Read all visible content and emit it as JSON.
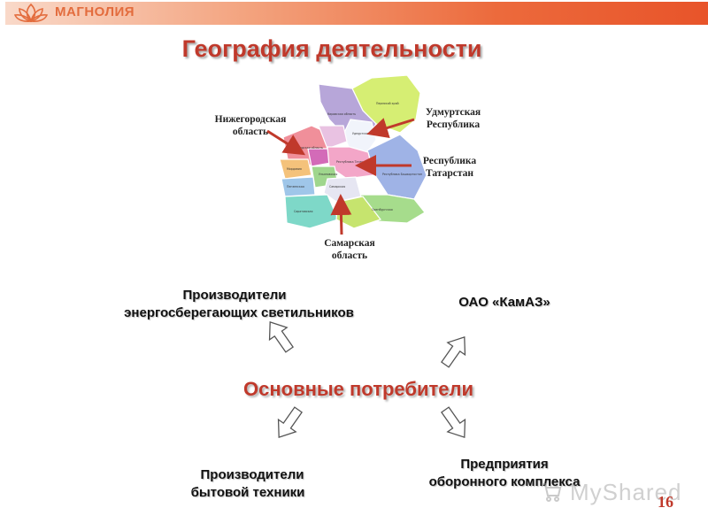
{
  "header": {
    "brand": "МАГНОЛИЯ",
    "logo_icon": "lotus-flower-icon"
  },
  "title": "География деятельности",
  "map": {
    "labels": {
      "nizhny": [
        "Нижегородская",
        "область"
      ],
      "udmurt": [
        "Удмуртская",
        "Республика"
      ],
      "tatarstan": [
        "Республика",
        "Татарстан"
      ],
      "samara": [
        "Самарская",
        "область"
      ]
    },
    "arrow_color": "#c0392b"
  },
  "center_label": "Основные потребители",
  "consumers": {
    "top_left": [
      "Производители",
      "энергосберегающих светильников"
    ],
    "top_right": "ОАО «КамАЗ»",
    "bottom_left": [
      "Производители",
      "бытовой техники"
    ],
    "bottom_right": [
      "Предприятия",
      "оборонного комплекса"
    ]
  },
  "watermark": "MyShared",
  "slide_number": "16",
  "colors": {
    "accent": "#c0392b",
    "brand_orange": "#e36c3d"
  }
}
